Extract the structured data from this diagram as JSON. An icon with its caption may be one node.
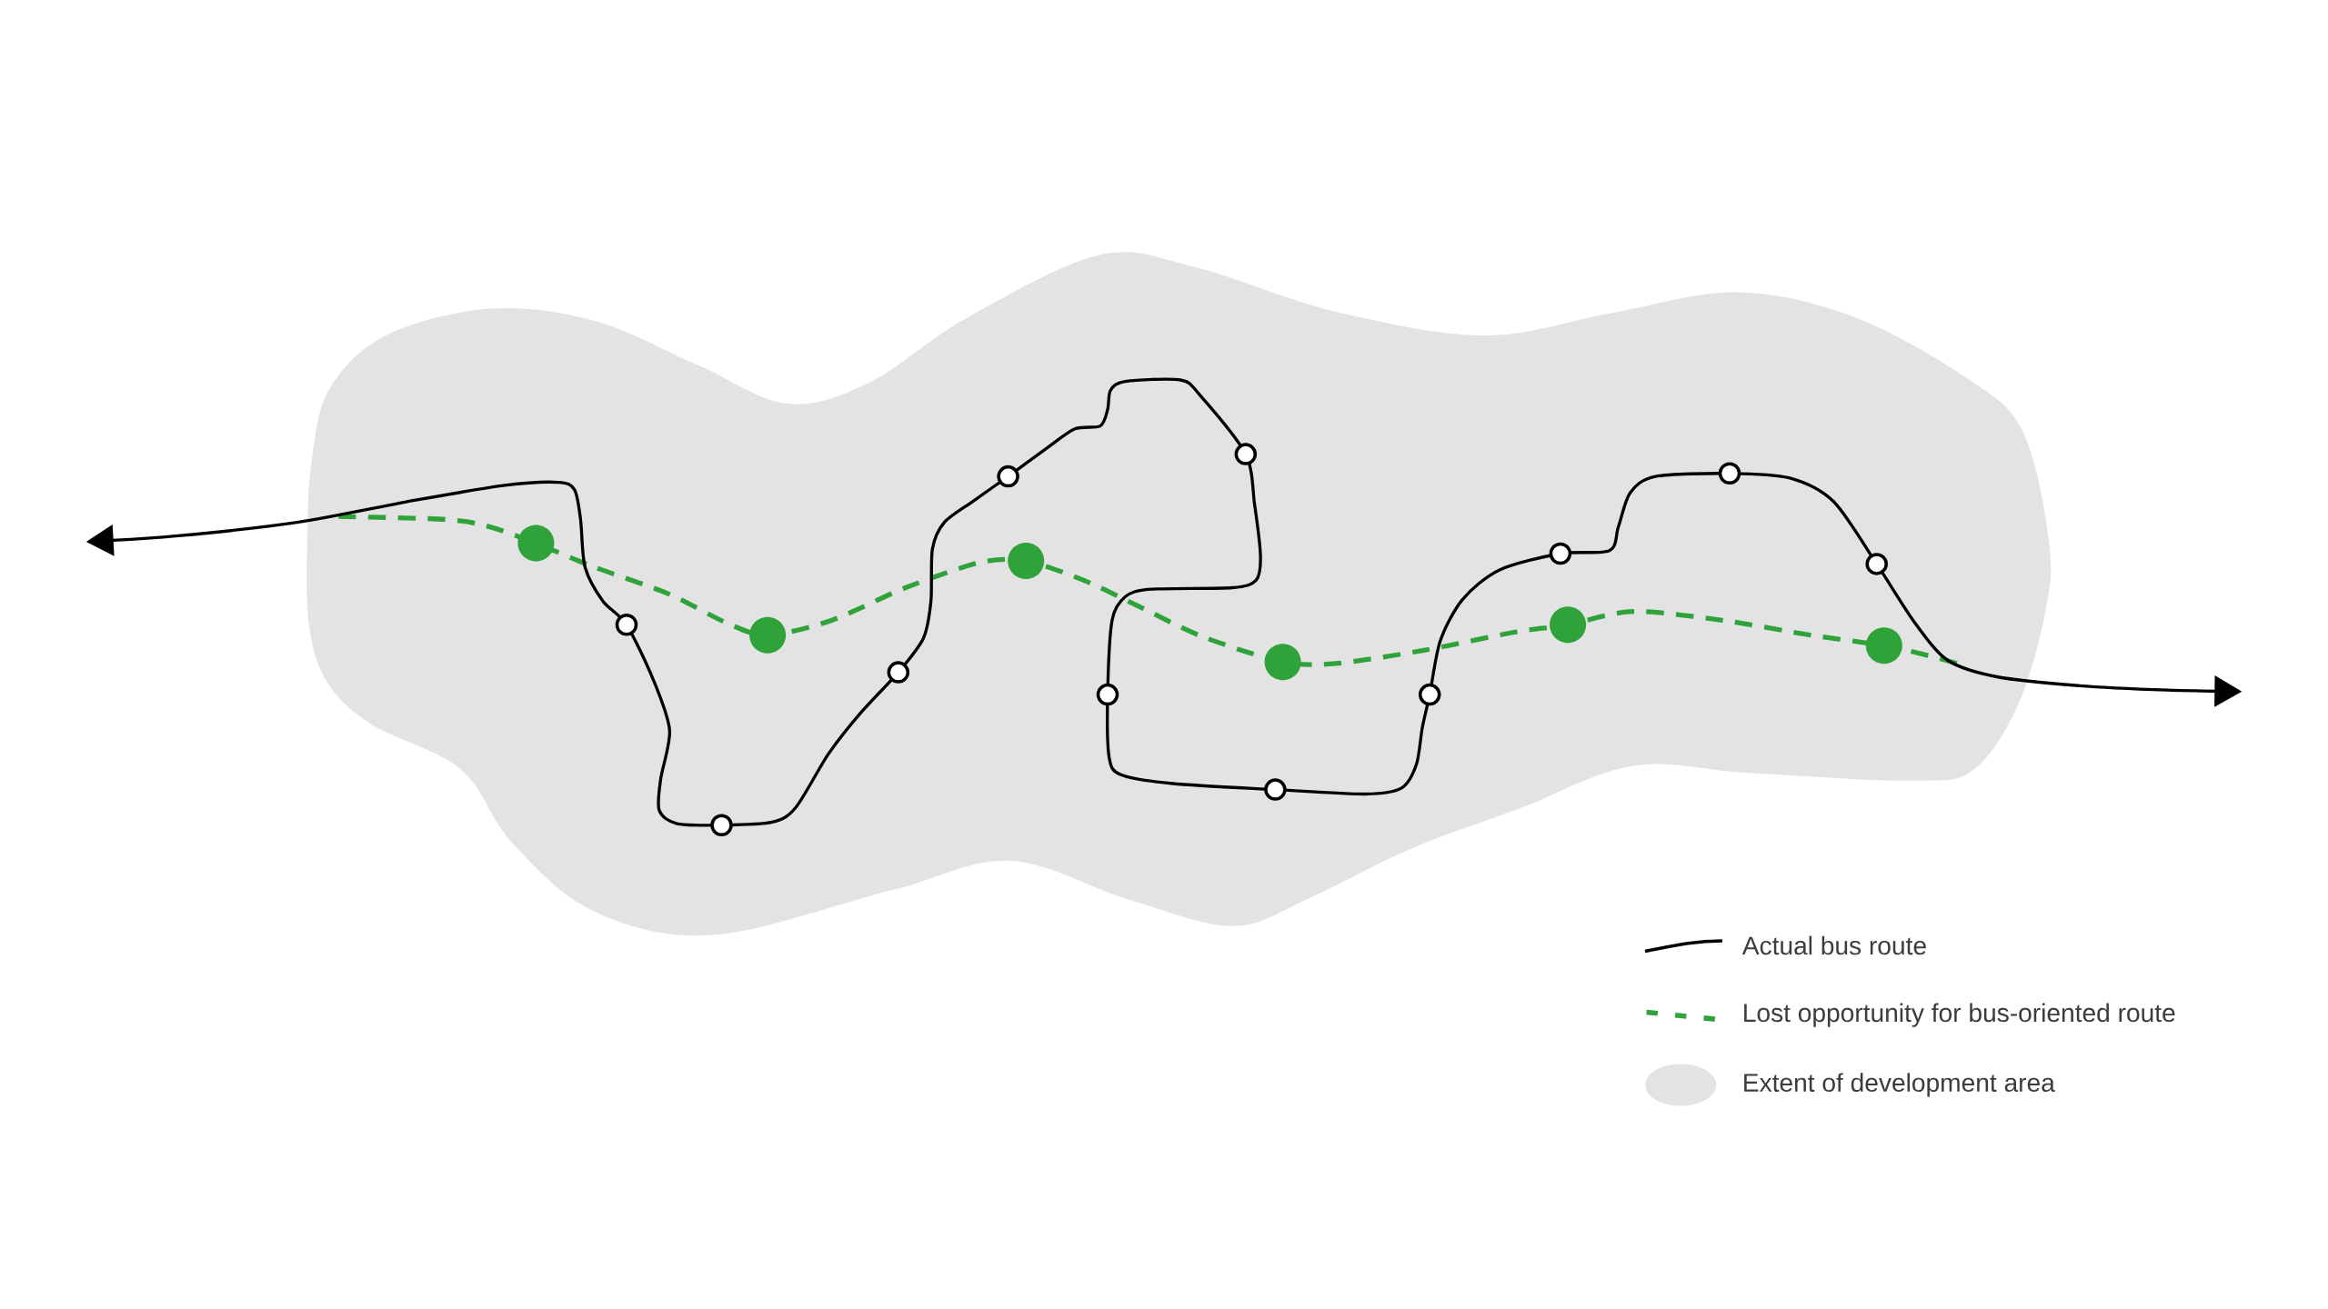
{
  "diagram": {
    "legend": [
      {
        "text": "Actual bus route"
      },
      {
        "text": "Lost opportunity for bus-oriented route"
      },
      {
        "text": "Extent of development area",
        "color": "#e3e3e3"
      }
    ]
  }
}
